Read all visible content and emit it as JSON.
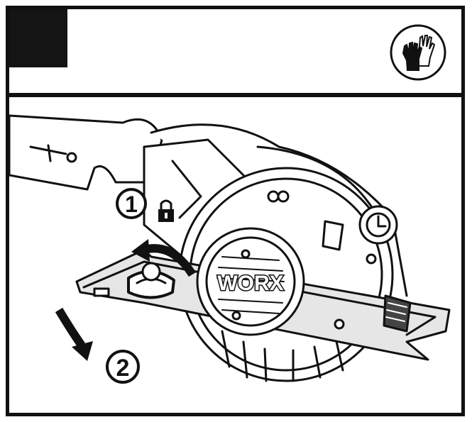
{
  "header": {
    "step_box_color": "#141414",
    "safety_icon": "gloves-icon"
  },
  "illustration": {
    "subject": "circular-saw-icon",
    "brand": "WORX",
    "callouts": [
      {
        "label": "1",
        "icon": "padlock-icon",
        "action": "curved-arrow-icon"
      },
      {
        "label": "2",
        "action": "down-arrow-icon"
      }
    ]
  },
  "colors": {
    "line": "#111111",
    "paper": "#ffffff",
    "shade": "#d9d9d9"
  }
}
